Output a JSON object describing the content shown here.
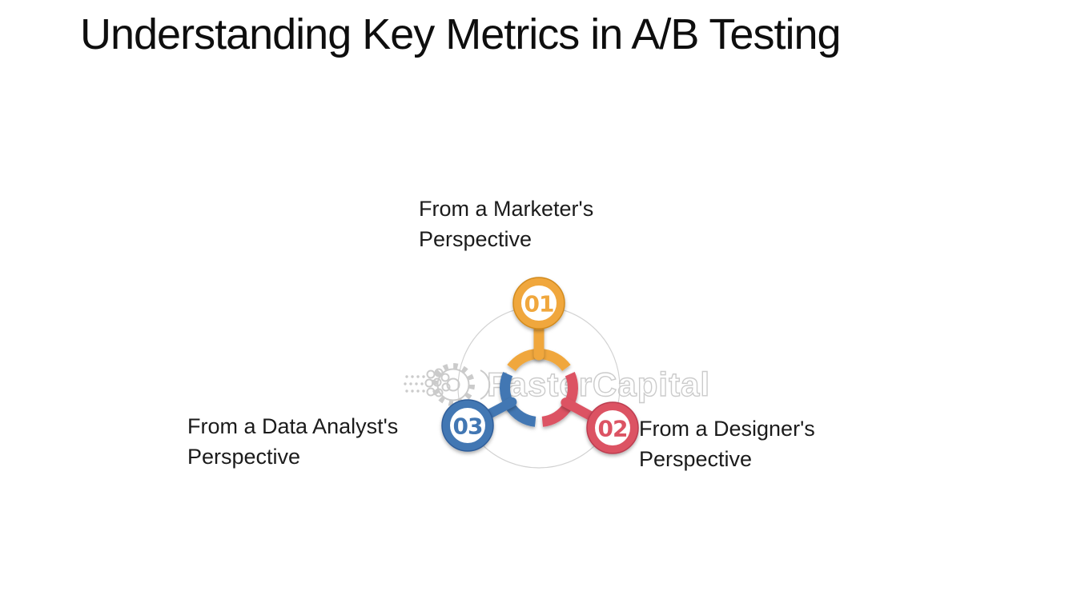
{
  "page": {
    "title": "Understanding Key Metrics in A/B Testing",
    "background": "#ffffff",
    "title_color": "#0e0e0e"
  },
  "watermark": {
    "text": "FasterCapital",
    "color": "#c6c6c6"
  },
  "diagram": {
    "type": "cycle-diagram",
    "outer_guide_circle_color": "#d2d2d2",
    "nodes": [
      {
        "number": "01",
        "label": "From a Marketer's Perspective",
        "color": "#F0A73C",
        "color_dark": "#D18A1F",
        "position": "top"
      },
      {
        "number": "02",
        "label": "From a Designer's Perspective",
        "color": "#DC5264",
        "color_dark": "#BC3C50",
        "position": "bottom-right"
      },
      {
        "number": "03",
        "label": "From a Data Analyst's Perspective",
        "color": "#4377B3",
        "color_dark": "#2F5D99",
        "position": "bottom-left"
      }
    ]
  }
}
